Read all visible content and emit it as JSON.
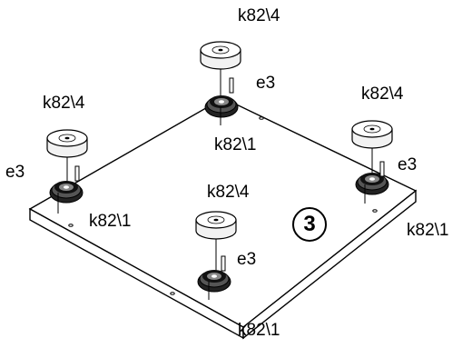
{
  "step_number": "3",
  "labels": {
    "top_foot": "k82\\4",
    "top_screw": "e3",
    "top_base": "k82\\1",
    "left_foot": "k82\\4",
    "left_screw": "e3",
    "left_base": "k82\\1",
    "right_foot": "k82\\4",
    "right_screw": "e3",
    "right_base": "k82\\1",
    "front_foot": "k82\\4",
    "front_screw": "e3",
    "front_base": "k82\\1"
  }
}
